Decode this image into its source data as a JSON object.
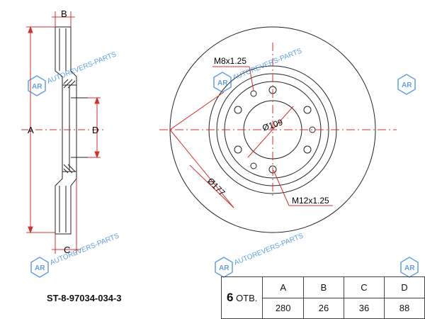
{
  "labels": {
    "B": "B",
    "A": "A",
    "D": "D",
    "C": "C",
    "bolt_thread": "M8x1.25",
    "center_bore": "Ø109",
    "pcd": "Ø177",
    "mount_thread": "M12x1.25"
  },
  "watermark": "AUTOREVERS-PARTS",
  "watermark_logo": "AR",
  "part_number": "ST-8-97034-034-3",
  "spec_table": {
    "holes_count": "6",
    "holes_unit": "ОТВ.",
    "headers": [
      "A",
      "B",
      "C",
      "D"
    ],
    "values": [
      "280",
      "26",
      "36",
      "88"
    ]
  },
  "colors": {
    "drawing_line": "#222222",
    "dimension_line": "#d03030",
    "watermark": "#2f7fd6"
  }
}
